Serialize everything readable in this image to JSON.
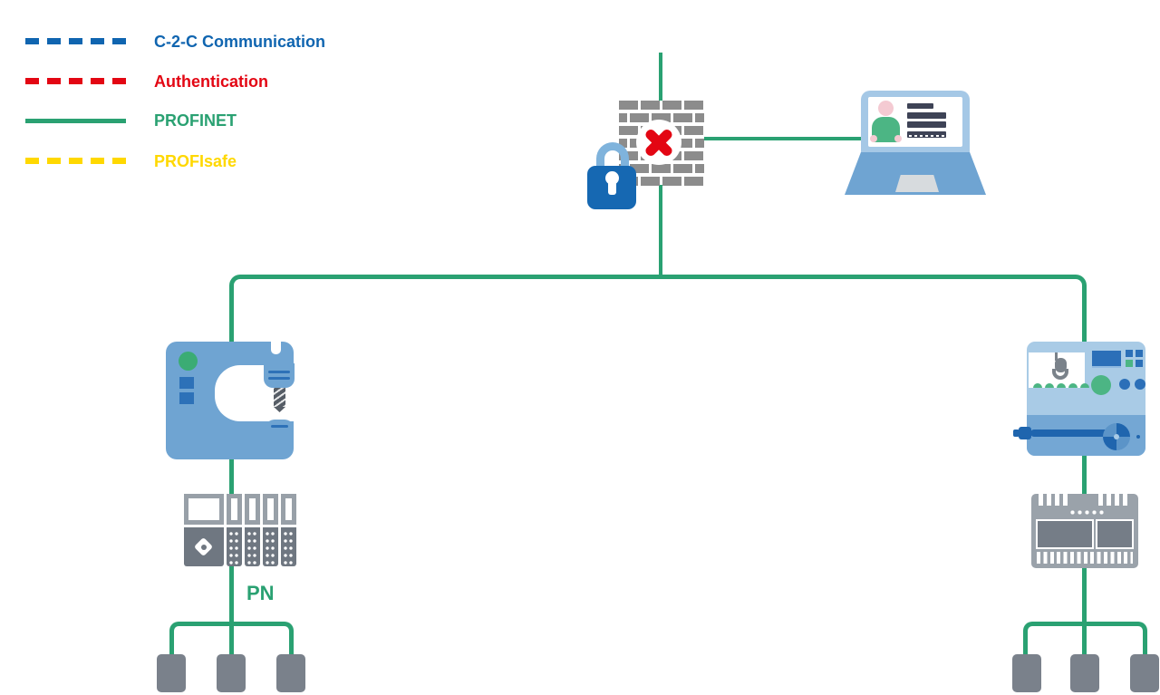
{
  "legend": {
    "items": [
      {
        "label": "C-2-C Communication",
        "color": "#1065B0",
        "line_style": "dashed"
      },
      {
        "label": "Authentication",
        "color": "#E30613",
        "line_style": "dashed"
      },
      {
        "label": "PROFINET",
        "color": "#2AA172",
        "line_style": "solid"
      },
      {
        "label": "PROFIsafe",
        "color": "#FFD800",
        "line_style": "dashed"
      }
    ]
  },
  "diagram": {
    "pn_label": "PN",
    "network_color": "#2AA172",
    "nodes": {
      "firewall": {
        "icon": "firewall-brick-wall",
        "status_icon": "blocked-x",
        "blocked_color": "#E30613",
        "lock_icon": "padlock",
        "lock_color": "#1668B2"
      },
      "laptop": {
        "icon": "laptop-user-card"
      },
      "machine_left": {
        "icon": "press-machine"
      },
      "machine_right": {
        "icon": "machining-center"
      },
      "plc_left": {
        "icon": "modular-plc"
      },
      "plc_right": {
        "icon": "compact-controller"
      },
      "io_devices_left": {
        "count": 3
      },
      "io_devices_right": {
        "count": 3
      }
    }
  }
}
